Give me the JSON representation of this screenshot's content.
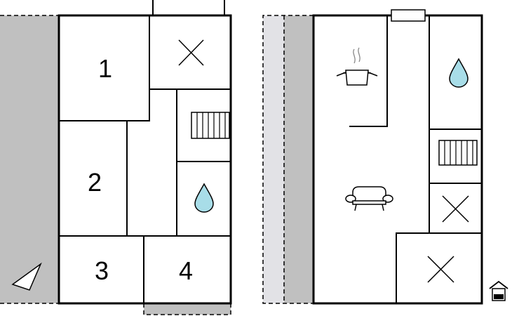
{
  "colors": {
    "terrace": "#c0c0c0",
    "terrace_light": "#e2e2e6",
    "water": "#a8dde8",
    "wall": "#000000"
  },
  "floor_left": {
    "rooms": [
      {
        "label": "1"
      },
      {
        "label": "2"
      },
      {
        "label": "3"
      },
      {
        "label": "4"
      }
    ],
    "icons": [
      "terrace-area",
      "stairs-icon",
      "water-drop-icon",
      "cross-icon",
      "arrow-icon"
    ]
  },
  "floor_right": {
    "icons": [
      "terrace-area",
      "pot-icon",
      "water-drop-icon",
      "stairs-icon",
      "sofa-icon",
      "cross-icon",
      "cross-icon",
      "house-icon"
    ]
  }
}
